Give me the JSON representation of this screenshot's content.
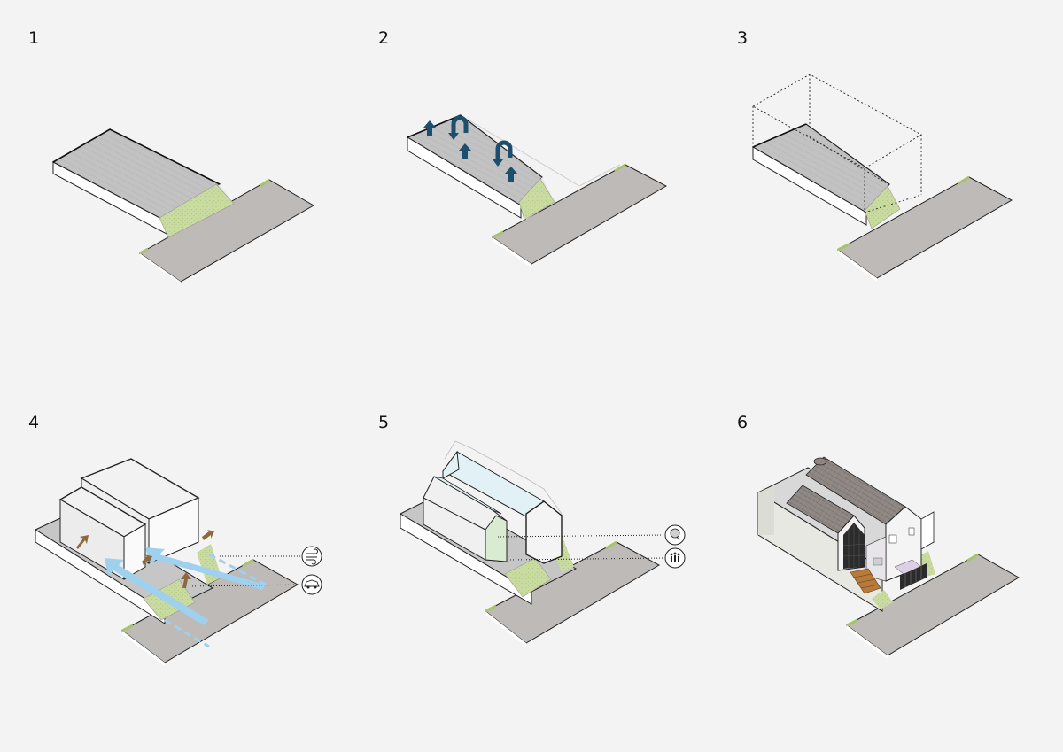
{
  "steps": [
    {
      "label": "1"
    },
    {
      "label": "2"
    },
    {
      "label": "3"
    },
    {
      "label": "4"
    },
    {
      "label": "5"
    },
    {
      "label": "6"
    }
  ],
  "colors": {
    "background": "#f3f3f3",
    "road": "#bdbab7",
    "ground_top": "#c6c6c6",
    "slab_side": "#ffffff",
    "grass": "#c9dba0",
    "grass_edge": "#a7c36a",
    "arrow_blue": "#1c4f6e",
    "wind_blue": "#9fd0ee",
    "brown_arrow": "#8a6a3e",
    "roof_tile": "#8d8683",
    "facade_green": "#d9ecd2",
    "glass_blue": "#e2f1f6"
  },
  "icons": {
    "step4_top": "wind-icon",
    "step4_bottom": "car-icon",
    "step5_top": "tree-icon",
    "step5_bottom": "people-icon"
  }
}
